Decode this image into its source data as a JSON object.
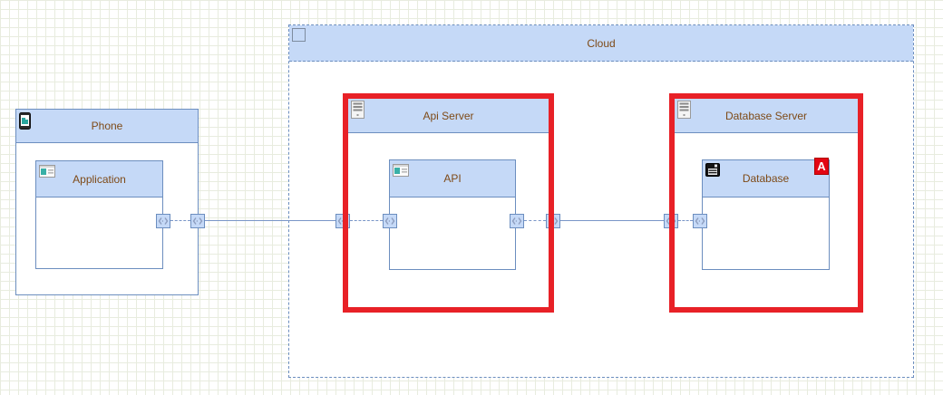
{
  "diagram": {
    "nodes": {
      "cloud": {
        "label": "Cloud",
        "type": "container",
        "icon": "frame-icon"
      },
      "phone": {
        "label": "Phone",
        "type": "device",
        "icon": "smartphone-icon"
      },
      "application": {
        "label": "Application",
        "type": "component",
        "icon": "app-window-icon"
      },
      "api_server": {
        "label": "Api Server",
        "type": "server",
        "icon": "server-icon",
        "highlighted": true
      },
      "api": {
        "label": "API",
        "type": "component",
        "icon": "app-window-icon"
      },
      "database_server": {
        "label": "Database Server",
        "type": "server",
        "icon": "server-icon",
        "highlighted": true
      },
      "database": {
        "label": "Database",
        "type": "component",
        "icon": "floppy-disk-icon",
        "badge": "A"
      }
    },
    "connections": [
      {
        "from": "application",
        "to": "phone",
        "style": "dashed"
      },
      {
        "from": "phone",
        "to": "api_server",
        "style": "solid"
      },
      {
        "from": "api_server",
        "to": "api",
        "style": "dashed"
      },
      {
        "from": "api",
        "to": "api_server",
        "style": "dashed"
      },
      {
        "from": "api_server",
        "to": "database_server",
        "style": "solid"
      },
      {
        "from": "database_server",
        "to": "database",
        "style": "dashed"
      }
    ],
    "colors": {
      "node_fill": "#c5d9f7",
      "node_border": "#6c8ebf",
      "label_text": "#7e4a17",
      "highlight_border": "#e82127",
      "badge_background": "#e30613",
      "badge_text": "#ffffff",
      "grid_line": "#e8ecdf",
      "canvas_background": "#ffffff"
    }
  }
}
